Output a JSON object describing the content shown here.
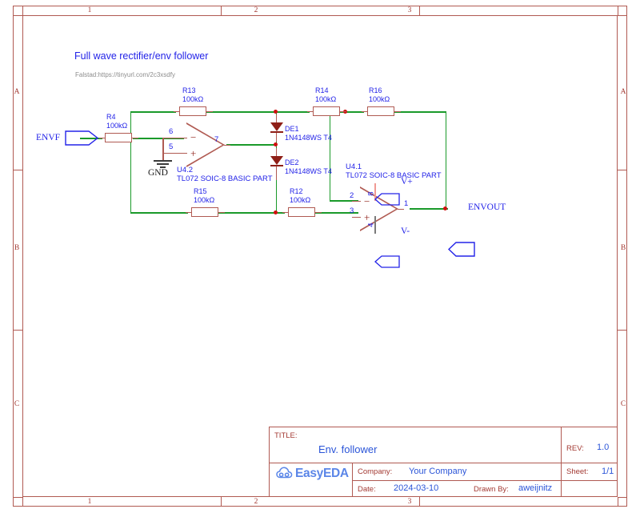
{
  "sheet": {
    "title": "Full wave rectifier/env follower",
    "subtitle": "Falstad:https://tinyurl.com/2c3xsdfy"
  },
  "zones": {
    "columns": [
      "1",
      "2",
      "3"
    ],
    "rows": [
      "A",
      "B",
      "C"
    ]
  },
  "ports": [
    {
      "name": "ENVF",
      "type": "input"
    },
    {
      "name": "ENVOUT",
      "type": "output"
    },
    {
      "name": "V+",
      "type": "power"
    },
    {
      "name": "V-",
      "type": "power"
    }
  ],
  "ground": {
    "label": "GND"
  },
  "resistors": [
    {
      "ref": "R4",
      "value": "100kΩ"
    },
    {
      "ref": "R13",
      "value": "100kΩ"
    },
    {
      "ref": "R14",
      "value": "100kΩ"
    },
    {
      "ref": "R16",
      "value": "100kΩ"
    },
    {
      "ref": "R15",
      "value": "100kΩ"
    },
    {
      "ref": "R12",
      "value": "100kΩ"
    }
  ],
  "diodes": [
    {
      "ref": "DE1",
      "value": "1N4148WS T4"
    },
    {
      "ref": "DE2",
      "value": "1N4148WS T4"
    }
  ],
  "opamps": [
    {
      "ref": "U4.2",
      "part": "TL072 SOIC-8 BASIC PART",
      "pins": {
        "inv": "6",
        "non_inv": "5",
        "out": "7"
      },
      "signs": {
        "inv": "−",
        "non_inv": "+"
      }
    },
    {
      "ref": "U4.1",
      "part": "TL072 SOIC-8 BASIC PART",
      "pins": {
        "inv": "2",
        "non_inv": "3",
        "out": "1",
        "vplus": "8",
        "vminus": "4"
      },
      "signs": {
        "inv": "−",
        "non_inv": "+"
      }
    }
  ],
  "title_block": {
    "title_label": "TITLE:",
    "title_value": "Env. follower",
    "rev_label": "REV:",
    "rev_value": "1.0",
    "company_label": "Company:",
    "company_value": "Your Company",
    "sheet_label": "Sheet:",
    "sheet_value": "1/1",
    "date_label": "Date:",
    "date_value": "2024-03-10",
    "drawn_label": "Drawn By:",
    "drawn_value": "aweijnitz",
    "logo_text": "EasyEDA"
  },
  "colors": {
    "wire": "#1a9a2a",
    "component": "#b05a52",
    "label": "#2323e8",
    "frame": "#b05a52",
    "junction": "#d01010"
  }
}
